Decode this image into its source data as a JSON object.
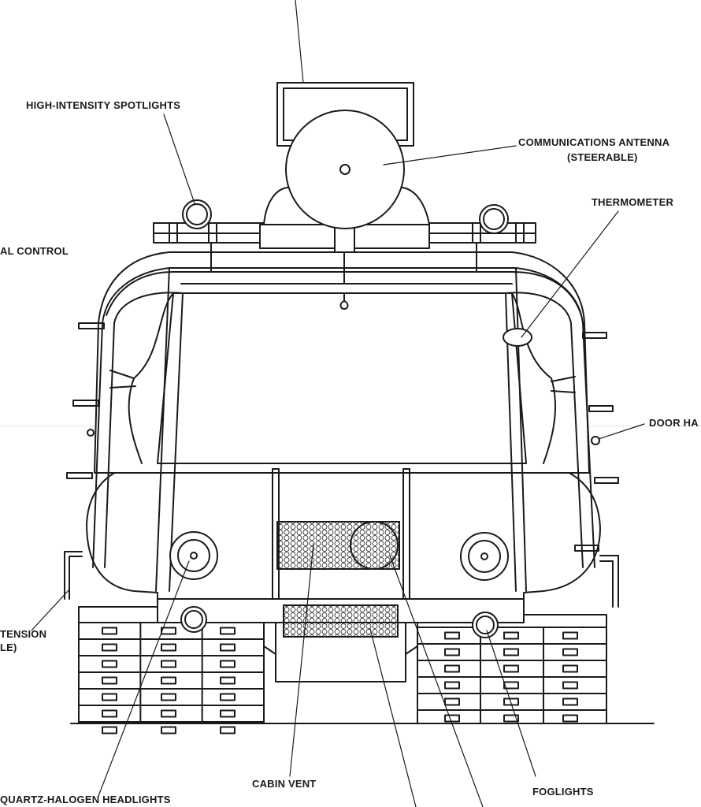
{
  "labels": {
    "spotlights": "HIGH-INTENSITY SPOTLIGHTS",
    "antenna_line1": "COMMUNICATIONS ANTENNA",
    "antenna_line2": "(STEERABLE)",
    "thermometer": "THERMOMETER",
    "al_control": "AL CONTROL",
    "door": "DOOR HA",
    "tension_line1": "TENSION",
    "tension_line2": "LE)",
    "headlights": "QUARTZ-HALOGEN HEADLIGHTS",
    "cabin_vent": "CABIN VENT",
    "foglights": "FOGLIGHTS"
  }
}
